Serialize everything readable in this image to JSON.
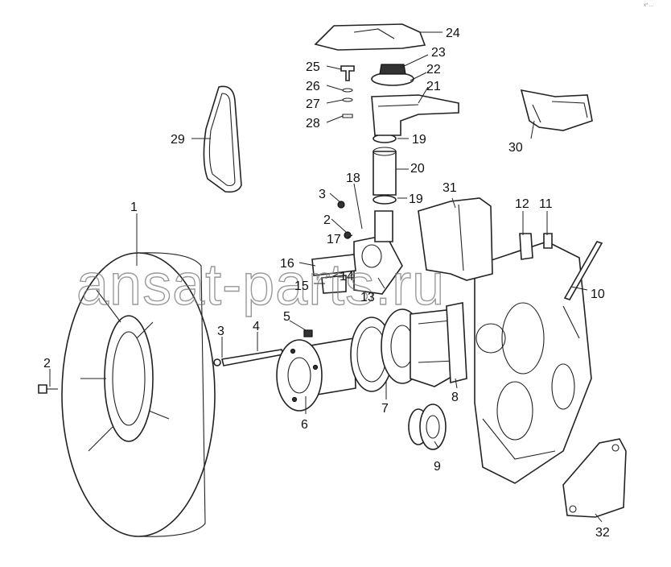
{
  "watermark": "ansat-parts.ru",
  "corner_mark": "x* ...",
  "callouts": [
    {
      "id": "c1",
      "text": "1"
    },
    {
      "id": "c2a",
      "text": "2"
    },
    {
      "id": "c2b",
      "text": "2"
    },
    {
      "id": "c3a",
      "text": "3"
    },
    {
      "id": "c3b",
      "text": "3"
    },
    {
      "id": "c4",
      "text": "4"
    },
    {
      "id": "c5",
      "text": "5"
    },
    {
      "id": "c6",
      "text": "6"
    },
    {
      "id": "c7",
      "text": "7"
    },
    {
      "id": "c8",
      "text": "8"
    },
    {
      "id": "c9",
      "text": "9"
    },
    {
      "id": "c10",
      "text": "10"
    },
    {
      "id": "c11",
      "text": "11"
    },
    {
      "id": "c12",
      "text": "12"
    },
    {
      "id": "c13",
      "text": "13"
    },
    {
      "id": "c14",
      "text": "14"
    },
    {
      "id": "c15",
      "text": "15"
    },
    {
      "id": "c16",
      "text": "16"
    },
    {
      "id": "c17",
      "text": "17"
    },
    {
      "id": "c18",
      "text": "18"
    },
    {
      "id": "c19a",
      "text": "19"
    },
    {
      "id": "c19b",
      "text": "19"
    },
    {
      "id": "c20",
      "text": "20"
    },
    {
      "id": "c21",
      "text": "21"
    },
    {
      "id": "c22",
      "text": "22"
    },
    {
      "id": "c23",
      "text": "23"
    },
    {
      "id": "c24",
      "text": "24"
    },
    {
      "id": "c25",
      "text": "25"
    },
    {
      "id": "c26",
      "text": "26"
    },
    {
      "id": "c27",
      "text": "27"
    },
    {
      "id": "c28",
      "text": "28"
    },
    {
      "id": "c29",
      "text": "29"
    },
    {
      "id": "c30",
      "text": "30"
    },
    {
      "id": "c31",
      "text": "31"
    },
    {
      "id": "c32",
      "text": "32"
    }
  ]
}
